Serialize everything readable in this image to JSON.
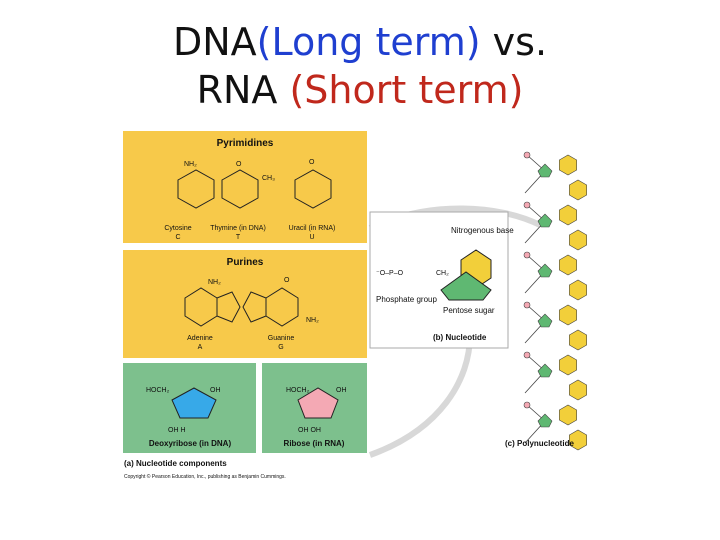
{
  "slide": {
    "title_line1": {
      "a": "DNA",
      "b": "(Long term)",
      "c": " vs."
    },
    "title_line2": {
      "a": "RNA ",
      "b": "(Short term)"
    }
  },
  "colors": {
    "panel_yellow": "#f7c94a",
    "panel_green": "#7dc08d",
    "base_hex": "#f2cf3a",
    "phosphate_pink": "#f4a9b4",
    "deoxy_blue": "#37a9e8",
    "ribose_pink": "#f4a9b4",
    "sugar_green": "#5fb872"
  },
  "figure": {
    "pyrimidines": {
      "heading": "Pyrimidines",
      "items": [
        {
          "name": "Cytosine",
          "code": "C",
          "top": "NH₂"
        },
        {
          "name": "Thymine (in DNA)",
          "code": "T",
          "top": "O",
          "side": "CH₃"
        },
        {
          "name": "Uracil (in RNA)",
          "code": "U",
          "top": "O"
        }
      ]
    },
    "purines": {
      "heading": "Purines",
      "items": [
        {
          "name": "Adenine",
          "code": "A",
          "top": "NH₂"
        },
        {
          "name": "Guanine",
          "code": "G",
          "top": "O",
          "side": "NH₂"
        }
      ]
    },
    "sugars": [
      {
        "name": "Deoxyribose (in DNA)",
        "group": "HOCH₂",
        "oh": "OH",
        "bottom": "OH   H"
      },
      {
        "name": "Ribose (in RNA)",
        "group": "HOCH₂",
        "oh": "OH",
        "bottom": "OH   OH"
      }
    ],
    "nucleotide": {
      "base_label": "Nitrogenous base",
      "phosphate_label": "Phosphate group",
      "sugar_label": "Pentose sugar",
      "caption": "(b) Nucleotide"
    },
    "components_caption": "(a) Nucleotide components",
    "copyright": "Copyright © Pearson Education, Inc., publishing as Benjamin Cummings.",
    "polynucleotide_caption": "(c) Polynucleotide"
  }
}
